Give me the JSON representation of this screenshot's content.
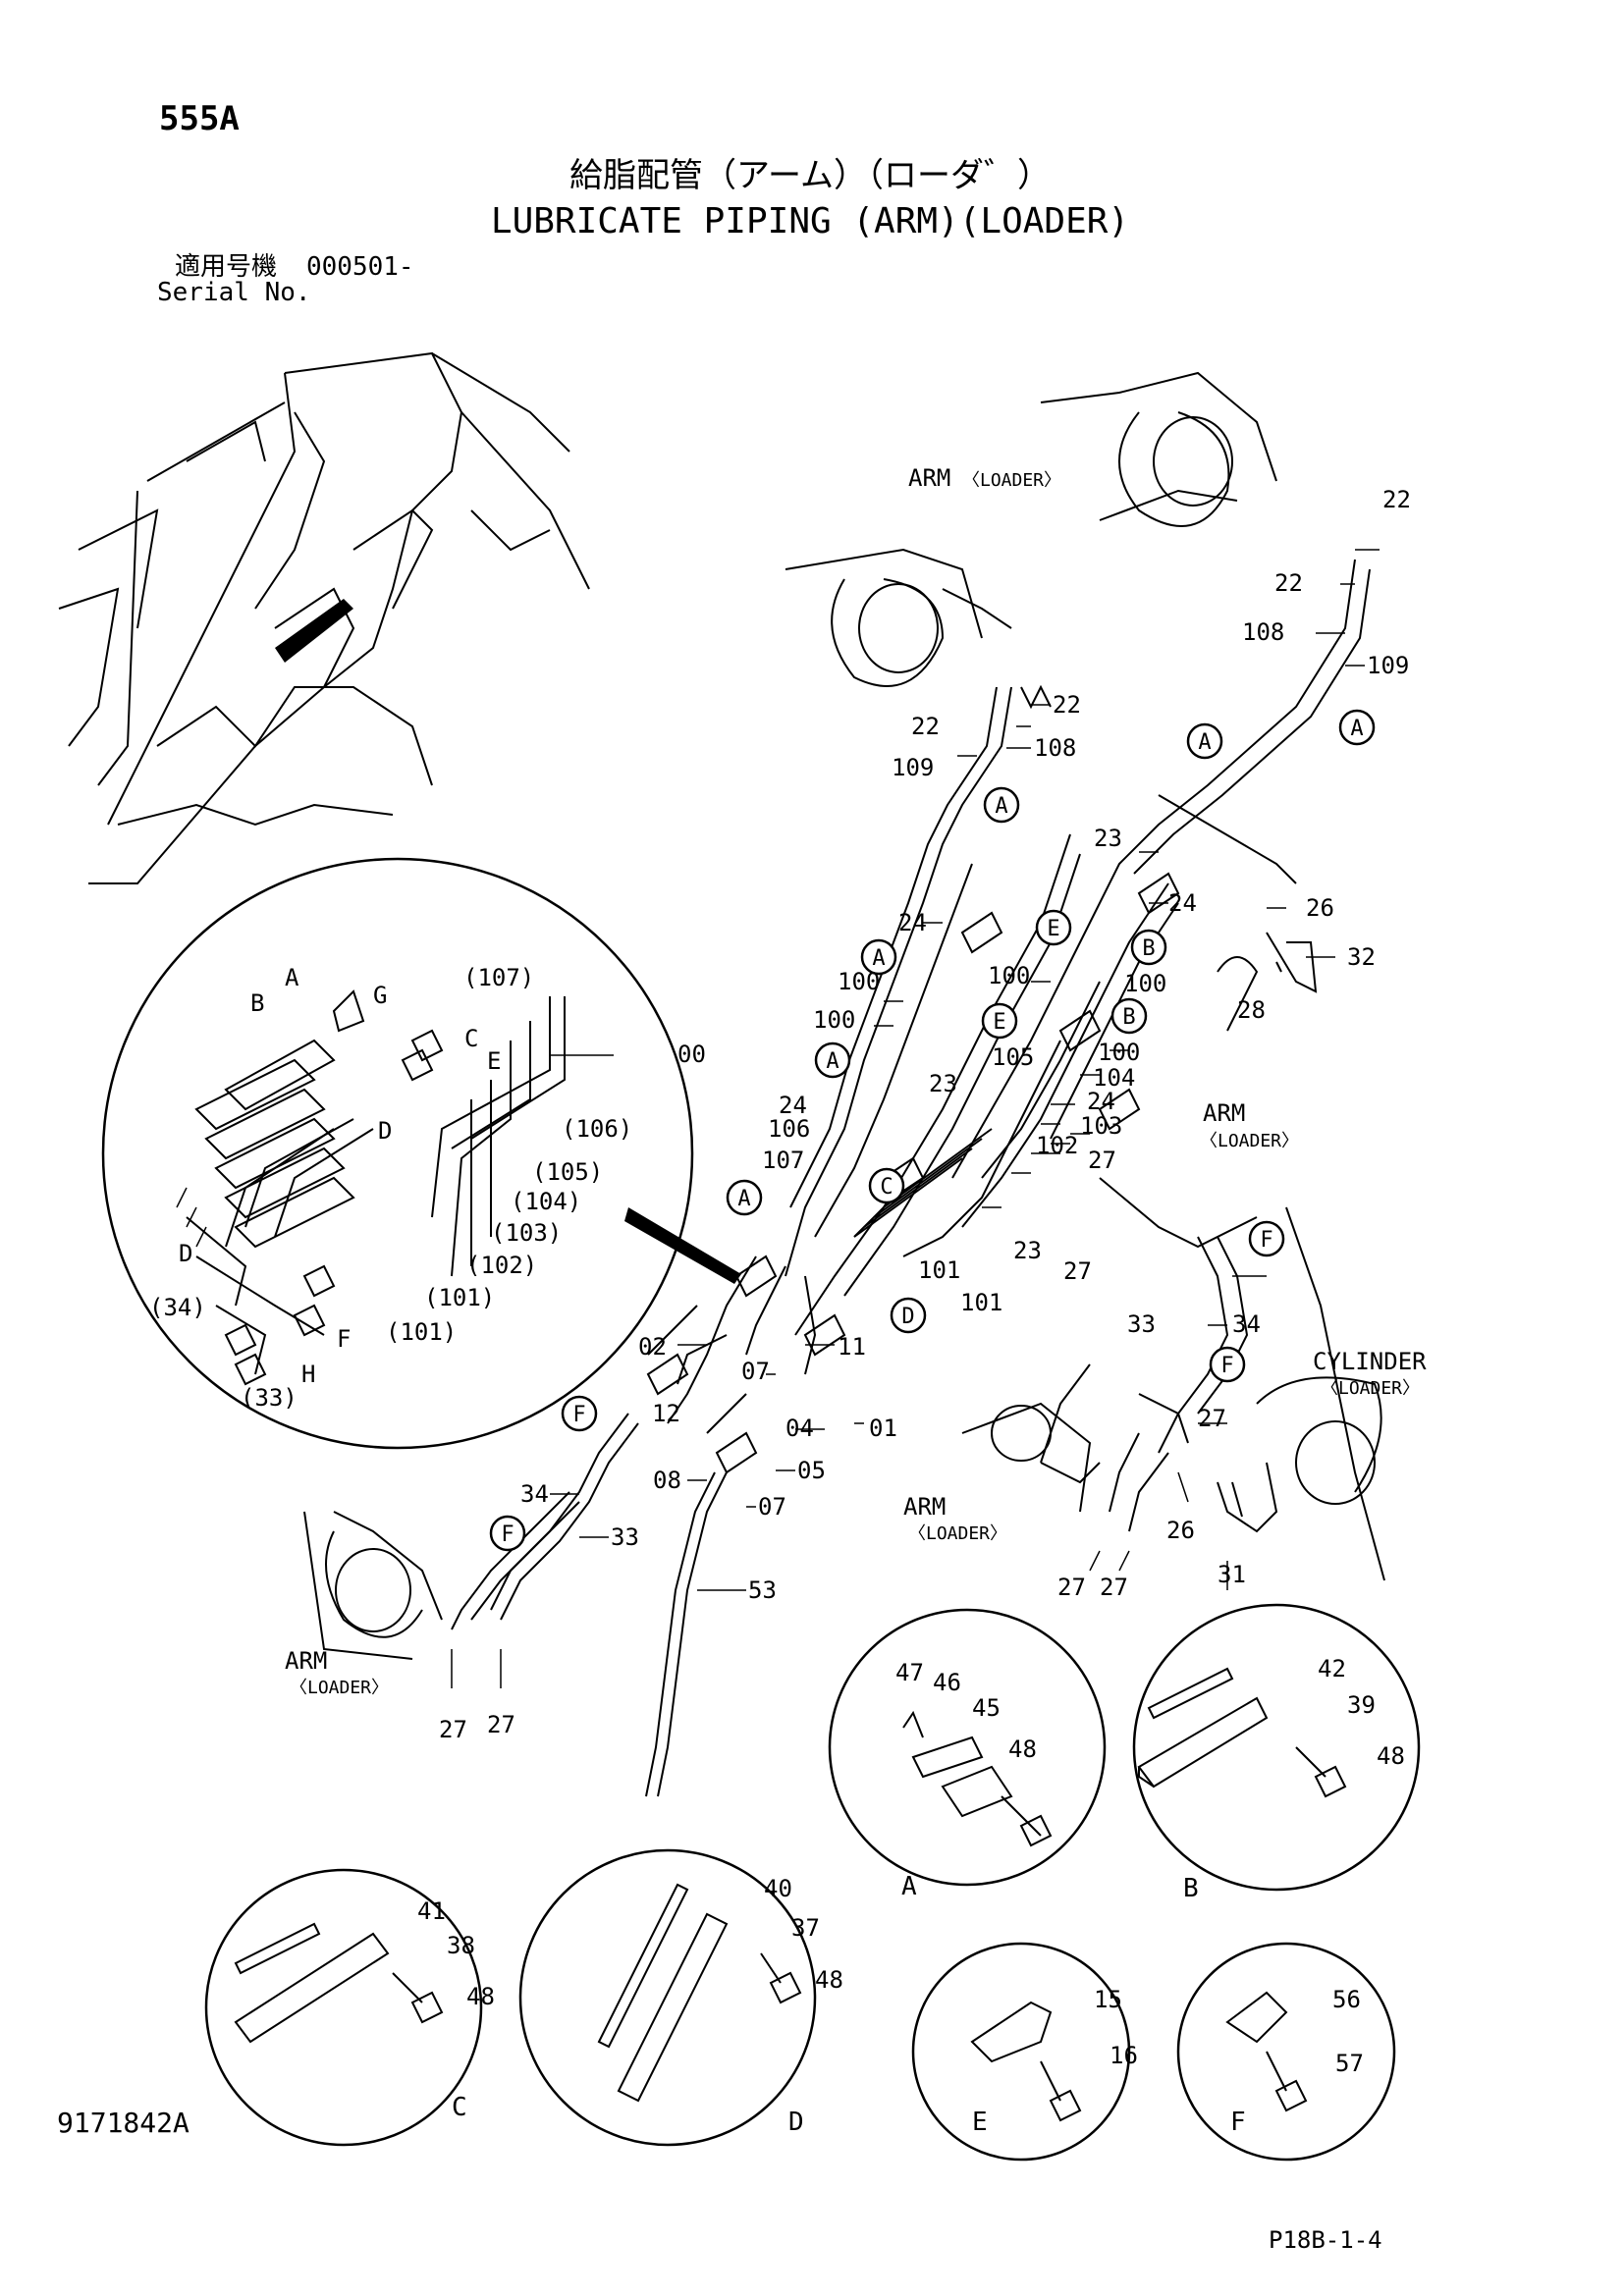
{
  "header": {
    "page_code": "555A",
    "title_jp": "給脂配管（アーム）（ローダ゛）",
    "title_en": "LUBRICATE PIPING (ARM)(LOADER)",
    "serial_label_jp": "適用号機",
    "serial_value": "000501-",
    "serial_label_en": "Serial No."
  },
  "footer": {
    "drawing_number": "9171842A",
    "page_ref": "P18B-1-4"
  },
  "annotations": {
    "arm_loader_top": "ARM",
    "loader_tag": "〈LOADER〉",
    "arm_right": "ARM",
    "cylinder": "CYLINDER",
    "arm_center": "ARM",
    "arm_left": "ARM"
  },
  "main_callouts": [
    "22",
    "22",
    "108",
    "109",
    "22",
    "22",
    "109",
    "108",
    "23",
    "24",
    "26",
    "32",
    "28",
    "24",
    "100",
    "100",
    "100",
    "100",
    "105",
    "100",
    "104",
    "23",
    "24",
    "103",
    "106",
    "107",
    "102",
    "27",
    "24",
    "27",
    "23",
    "101",
    "101",
    "11",
    "02",
    "07",
    "04",
    "01",
    "12",
    "05",
    "08",
    "07",
    "33",
    "34",
    "33",
    "34",
    "53",
    "27",
    "26",
    "31",
    "27",
    "27",
    "27",
    "27",
    "00"
  ],
  "inset_labels": [
    "(107)",
    "A",
    "B",
    "G",
    "C",
    "E",
    "D",
    "(106)",
    "(105)",
    "(104)",
    "(103)",
    "(102)",
    "(101)",
    "(101)",
    "D",
    "(34)",
    "F",
    "H",
    "(33)"
  ],
  "detail_views": [
    {
      "view": "A",
      "parts": [
        "47",
        "46",
        "45",
        "48"
      ]
    },
    {
      "view": "B",
      "parts": [
        "42",
        "39",
        "48"
      ]
    },
    {
      "view": "C",
      "parts": [
        "41",
        "38",
        "48"
      ]
    },
    {
      "view": "D",
      "parts": [
        "40",
        "37",
        "48"
      ]
    },
    {
      "view": "E",
      "parts": [
        "15",
        "16"
      ]
    },
    {
      "view": "F",
      "parts": [
        "56",
        "57"
      ]
    }
  ],
  "view_markers": [
    "A",
    "A",
    "A",
    "A",
    "A",
    "A",
    "B",
    "B",
    "C",
    "D",
    "E",
    "E",
    "F",
    "F",
    "F",
    "F"
  ]
}
